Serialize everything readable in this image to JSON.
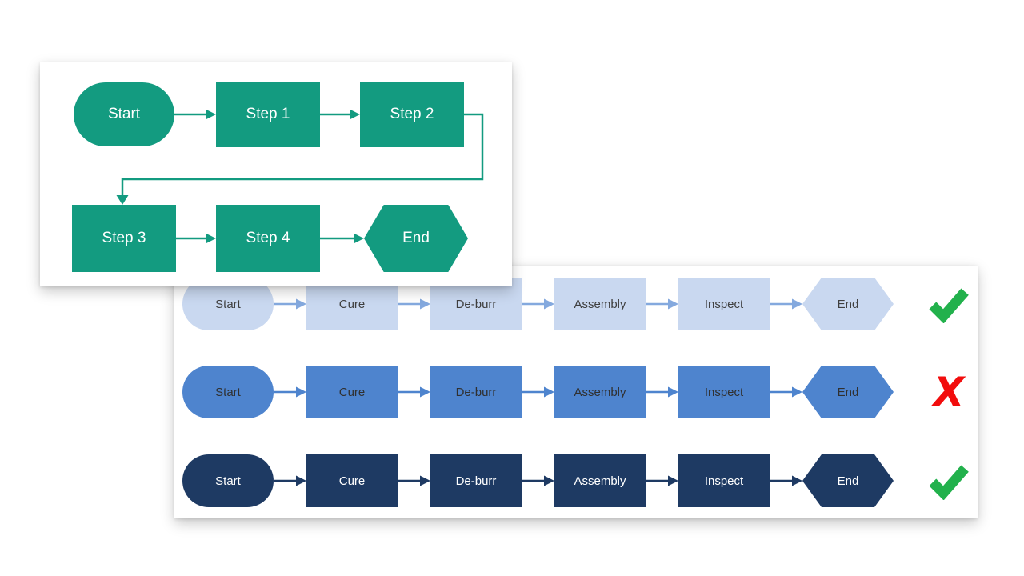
{
  "green_flowchart": {
    "color": "#139B80",
    "text_color": "#FFFFFF",
    "nodes": [
      {
        "id": "start",
        "label": "Start",
        "shape": "stadium"
      },
      {
        "id": "step1",
        "label": "Step 1",
        "shape": "rectangle"
      },
      {
        "id": "step2",
        "label": "Step 2",
        "shape": "rectangle"
      },
      {
        "id": "step3",
        "label": "Step 3",
        "shape": "rectangle"
      },
      {
        "id": "step4",
        "label": "Step 4",
        "shape": "rectangle"
      },
      {
        "id": "end",
        "label": "End",
        "shape": "hexagon"
      }
    ],
    "edges": [
      [
        "Start",
        "Step 1"
      ],
      [
        "Step 1",
        "Step 2"
      ],
      [
        "Step 2",
        "Step 3"
      ],
      [
        "Step 3",
        "Step 4"
      ],
      [
        "Step 4",
        "End"
      ]
    ]
  },
  "process_rows": {
    "steps": [
      "Start",
      "Cure",
      "De-burr",
      "Assembly",
      "Inspect",
      "End"
    ],
    "shapes": [
      "stadium",
      "rectangle",
      "rectangle",
      "rectangle",
      "rectangle",
      "hexagon"
    ],
    "rows": [
      {
        "name": "light-blue",
        "fill": "#C9D8F0",
        "arrow_color": "#84A9DE",
        "text_color": "#3F3F3F",
        "verdict": "check"
      },
      {
        "name": "medium-blue",
        "fill": "#4E84CE",
        "arrow_color": "#4E84CE",
        "text_color": "#303030",
        "verdict": "cross"
      },
      {
        "name": "dark-navy",
        "fill": "#1E3A63",
        "arrow_color": "#1E3A63",
        "text_color": "#FFFFFF",
        "verdict": "check"
      }
    ],
    "verdict": {
      "check_color": "#22B14C",
      "cross_color": "#F20D0D",
      "cross_glyph": "X"
    }
  }
}
